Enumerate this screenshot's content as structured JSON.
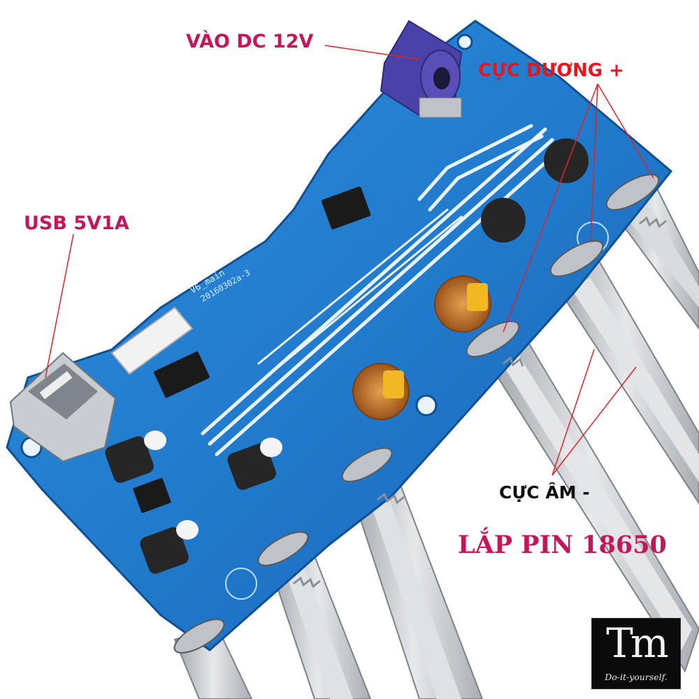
{
  "labels": {
    "dc_input": "VÀO DC 12V",
    "usb_output": "USB 5V1A",
    "positive_terminal": "CỰC DƯƠNG +",
    "negative_terminal": "CỰC ÂM -",
    "install_battery": "LẮP PIN 18650"
  },
  "pcb_silkscreen": {
    "board_name": "V6_main",
    "board_code": "20160302a-3"
  },
  "logo": {
    "mark": "Tm",
    "tagline": "Do-it-yourself."
  },
  "colors": {
    "label_magenta": "#c2185b",
    "label_red": "#e5161d",
    "label_black": "#111111",
    "pcb_blue": "#1f7fd0",
    "pcb_edge": "#0f4f92",
    "trace_white": "#eaf4ff",
    "dc_jack_purple": "#5a4fb8",
    "copper": "#c8782a",
    "steel": "#c9ccd0"
  }
}
